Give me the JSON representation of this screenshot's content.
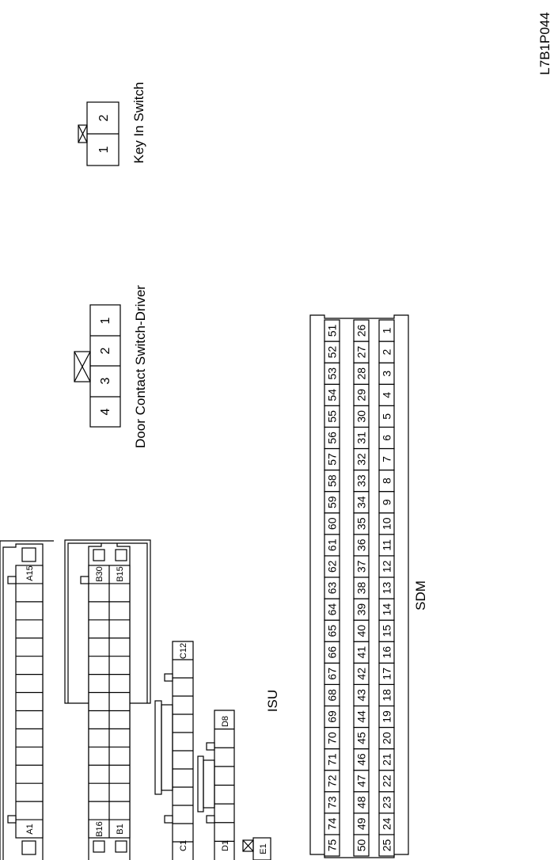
{
  "figure_code": "L7B1P044",
  "key_in_switch": {
    "label": "Key In Switch",
    "pins": [
      "1",
      "2"
    ]
  },
  "door_contact_switch": {
    "label": "Door Contact Switch-Driver",
    "pins": [
      "4",
      "3",
      "2",
      "1"
    ]
  },
  "sdm": {
    "label": "SDM",
    "rows": [
      [
        "75",
        "74",
        "73",
        "72",
        "71",
        "70",
        "69",
        "68",
        "67",
        "66",
        "65",
        "64",
        "63",
        "62",
        "61",
        "60",
        "59",
        "58",
        "57",
        "56",
        "55",
        "54",
        "53",
        "52",
        "51"
      ],
      [
        "50",
        "49",
        "48",
        "47",
        "46",
        "45",
        "44",
        "43",
        "42",
        "41",
        "40",
        "39",
        "38",
        "37",
        "36",
        "35",
        "34",
        "33",
        "32",
        "31",
        "30",
        "29",
        "28",
        "27",
        "26"
      ],
      [
        "25",
        "24",
        "23",
        "22",
        "21",
        "20",
        "19",
        "18",
        "17",
        "16",
        "15",
        "14",
        "13",
        "12",
        "11",
        "10",
        "9",
        "8",
        "7",
        "6",
        "5",
        "4",
        "3",
        "2",
        "1"
      ]
    ]
  },
  "isu": {
    "label": "ISU",
    "pin_labels": {
      "a_start": "A1",
      "a_end": "A15",
      "b16": "B16",
      "b1": "B1",
      "b30": "B30",
      "b15": "B15",
      "c_start": "C1",
      "c_end": "C12",
      "d_start": "D1",
      "d_end": "D8",
      "e1": "E1"
    }
  }
}
